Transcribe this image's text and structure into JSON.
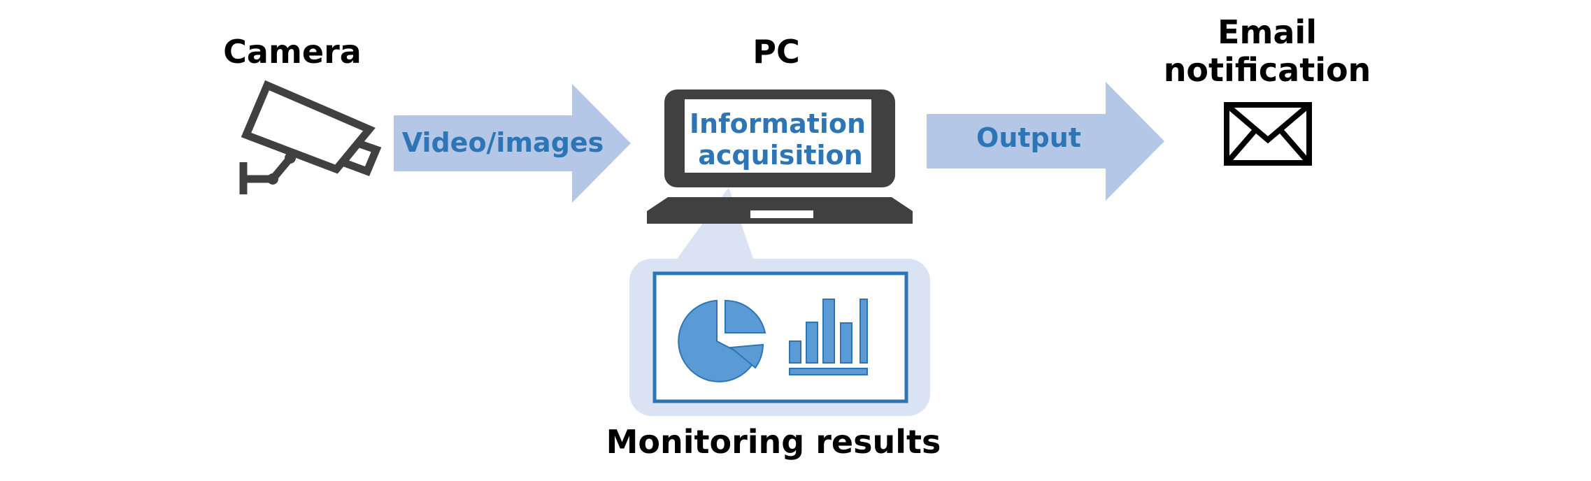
{
  "labels": {
    "camera": "Camera",
    "pc": "PC",
    "email_line1": "Email",
    "email_line2": "notification",
    "monitoring": "Monitoring results"
  },
  "arrows": {
    "input": "Video/images",
    "output": "Output"
  },
  "screen": {
    "line1": "Information",
    "line2": "acquisition"
  },
  "icons": {
    "camera": "security-camera-icon",
    "laptop": "laptop-icon",
    "email": "envelope-icon",
    "pie": "pie-chart-icon",
    "bars": "bar-chart-icon"
  },
  "colors": {
    "arrow_fill": "#b4c7e7",
    "accent_text": "#2e75b6",
    "callout_fill": "#dae3f3",
    "chart_fill": "#5b9bd5",
    "device_gray": "#404040"
  }
}
